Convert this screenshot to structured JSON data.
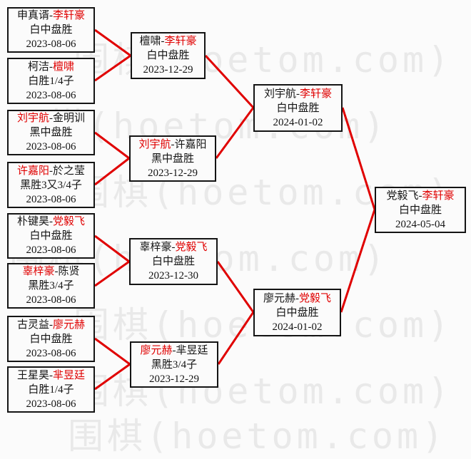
{
  "colors": {
    "background": "#fbfbfb",
    "connector_red": "#e00000",
    "winner_red": "#e00000",
    "box_border": "#141414",
    "watermark_gray": "#e9e9e9"
  },
  "watermark": {
    "text": "围棋(hoetom.com)"
  },
  "bracket": {
    "separator": "-",
    "round1": [
      {
        "p1": "申真谞",
        "p2": "李轩豪",
        "winner": 2,
        "result": "白中盘胜",
        "date": "2023-08-06"
      },
      {
        "p1": "柯洁",
        "p2": "檀啸",
        "winner": 2,
        "result": "白胜1/4子",
        "date": "2023-08-06"
      },
      {
        "p1": "刘宇航",
        "p2": "金明训",
        "winner": 1,
        "result": "黑中盘胜",
        "date": "2023-08-06"
      },
      {
        "p1": "许嘉阳",
        "p2": "於之莹",
        "winner": 1,
        "result": "黑胜3又3/4子",
        "date": "2023-08-06"
      },
      {
        "p1": "朴键昊",
        "p2": "党毅飞",
        "winner": 2,
        "result": "白中盘胜",
        "date": "2023-08-06"
      },
      {
        "p1": "辜梓豪",
        "p2": "陈贤",
        "winner": 1,
        "result": "黑胜3/4子",
        "date": "2023-08-06"
      },
      {
        "p1": "古灵益",
        "p2": "廖元赫",
        "winner": 2,
        "result": "白中盘胜",
        "date": "2023-08-06"
      },
      {
        "p1": "王星昊",
        "p2": "芈昱廷",
        "winner": 2,
        "result": "白胜1/4子",
        "date": "2023-08-06"
      }
    ],
    "round2": [
      {
        "p1": "檀啸",
        "p2": "李轩豪",
        "winner": 2,
        "result": "白中盘胜",
        "date": "2023-12-29"
      },
      {
        "p1": "刘宇航",
        "p2": "许嘉阳",
        "winner": 1,
        "result": "黑中盘胜",
        "date": "2023-12-29"
      },
      {
        "p1": "辜梓豪",
        "p2": "党毅飞",
        "winner": 2,
        "result": "白中盘胜",
        "date": "2023-12-30"
      },
      {
        "p1": "廖元赫",
        "p2": "芈昱廷",
        "winner": 1,
        "result": "黑胜3/4子",
        "date": "2023-12-29"
      }
    ],
    "semifinals": [
      {
        "p1": "刘宇航",
        "p2": "李轩豪",
        "winner": 2,
        "result": "白中盘胜",
        "date": "2024-01-02"
      },
      {
        "p1": "廖元赫",
        "p2": "党毅飞",
        "winner": 2,
        "result": "白中盘胜",
        "date": "2024-01-02"
      }
    ],
    "final": [
      {
        "p1": "党毅飞",
        "p2": "李轩豪",
        "winner": 2,
        "result": "白中盘胜",
        "date": "2024-05-04"
      }
    ]
  }
}
